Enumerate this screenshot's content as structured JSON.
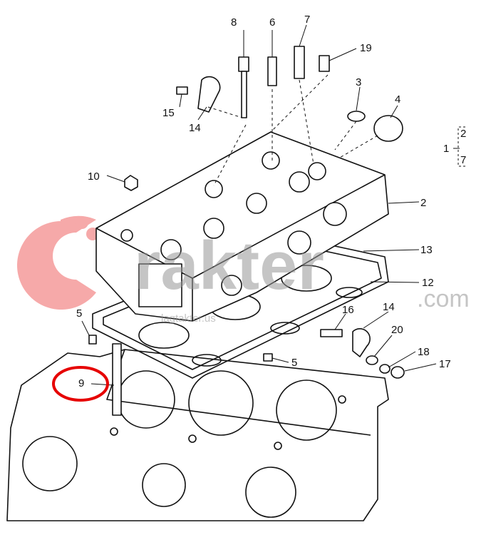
{
  "diagram": {
    "title": "Cylinder head exploded parts diagram",
    "callouts": [
      "8",
      "6",
      "7",
      "19",
      "3",
      "4",
      "15",
      "14",
      "10",
      "2",
      "13",
      "12",
      "5",
      "16",
      "14",
      "20",
      "18",
      "17",
      "5",
      "9"
    ],
    "assembly_bracket": {
      "lead": "1",
      "top": "2",
      "bottom": "7"
    },
    "highlighted_callout": "9",
    "highlight_color": "#e60000"
  },
  "watermark": {
    "brand": "rakter",
    "suffix": ".com",
    "small": "lagtakter.us",
    "logo_color": "#f4a0a0"
  }
}
